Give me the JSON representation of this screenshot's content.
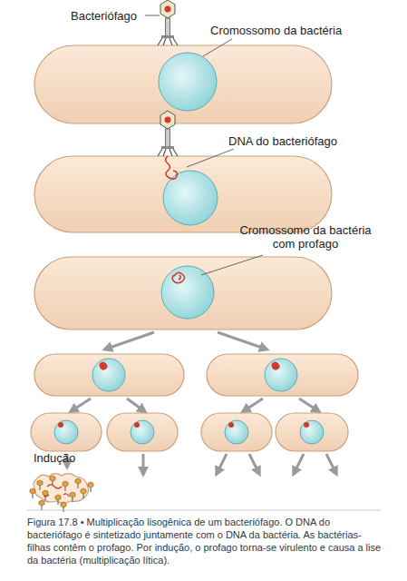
{
  "diagram": {
    "caption": "Figura 17.8 • Multiplicação lisogênica de um bacteriófago. O DNA do bacteriófago é sintetizado juntamente com o DNA da bactéria. As bactérias-filhas contêm o profago. Por indução, o profago torna-se virulento e causa a lise da bactéria (multiplicação lítica).",
    "labels": [
      "Bacteriófago",
      "Cromossomo da bactéria",
      "DNA do bacteriófago",
      "Cromossomo da bactéria com profago",
      "Indução"
    ]
  }
}
